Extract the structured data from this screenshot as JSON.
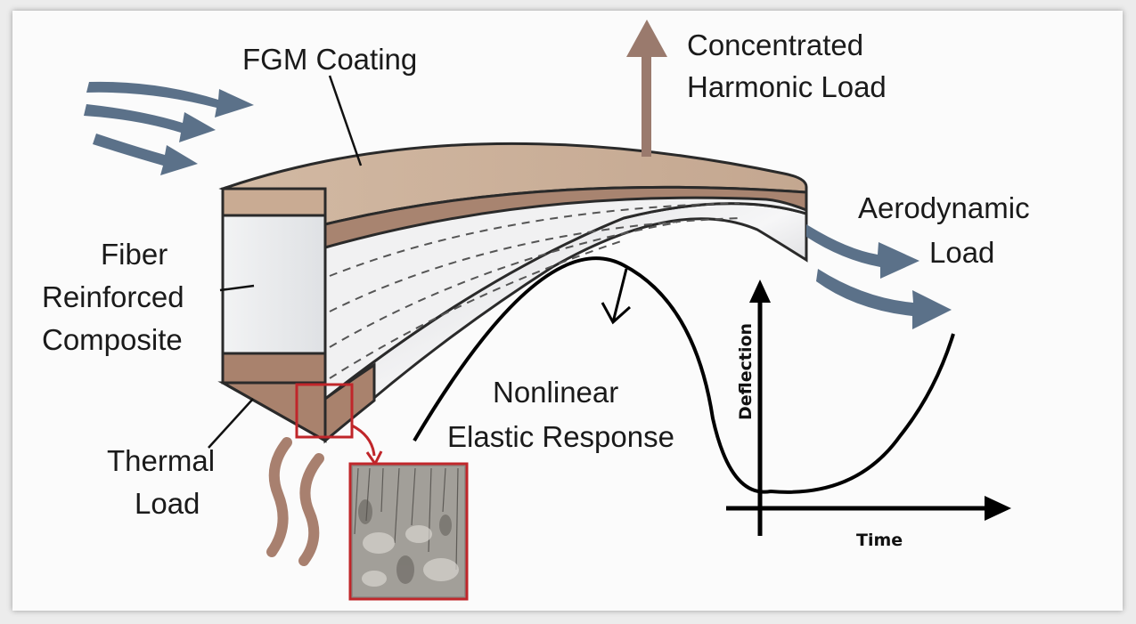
{
  "labels": {
    "fgm_coating": "FGM Coating",
    "concentrated_line1": "Concentrated",
    "concentrated_line2": "Harmonic Load",
    "aerodynamic_line1": "Aerodynamic",
    "aerodynamic_line2": "Load",
    "fiber_line1": "Fiber",
    "fiber_line2": "Reinforced",
    "fiber_line3": "Composite",
    "thermal_line1": "Thermal",
    "thermal_line2": "Load",
    "nonlinear_line1": "Nonlinear",
    "nonlinear_line2": "Elastic Response",
    "y_axis": "Deflection",
    "x_axis": "Time"
  },
  "colors": {
    "coating": "#c6a88f",
    "coating_dark": "#8c6b5a",
    "core": "#e6e7e9",
    "flow_arrow": "#5b7189",
    "load_arrow": "#9a7a6d",
    "heat": "#a8806f",
    "highlight_box": "#c0262a"
  },
  "icons": {
    "flow_arrows": "wind-arrow-icon",
    "heat_waves": "heat-wave-icon",
    "load_arrow": "up-arrow-icon"
  }
}
